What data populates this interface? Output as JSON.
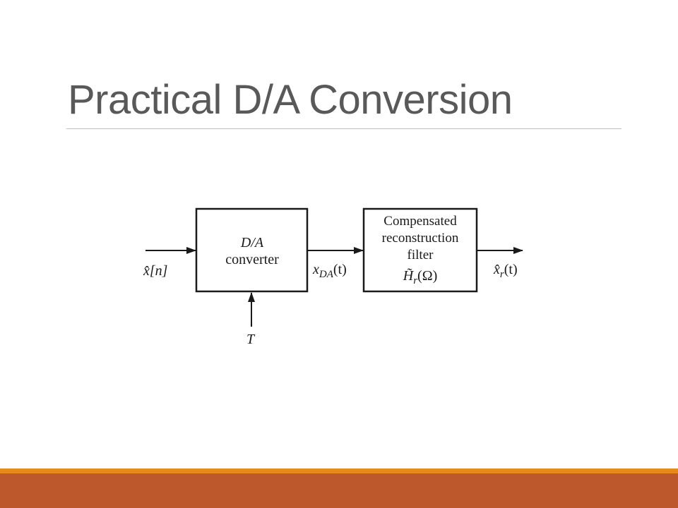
{
  "slide": {
    "title": "Practical D/A Conversion"
  },
  "diagram": {
    "input_label": "x̂[n]",
    "dac_block": {
      "line1": "D/A",
      "line2": "converter"
    },
    "clock_label": "T",
    "dac_output_label_base": "x",
    "dac_output_label_sub": "DA",
    "dac_output_label_arg": "(t)",
    "filter_block": {
      "line1": "Compensated",
      "line2": "reconstruction",
      "line3": "filter",
      "line4_base": "H̃",
      "line4_sub": "r",
      "line4_arg": "(Ω)"
    },
    "output_label_base": "x̂",
    "output_label_sub": "r",
    "output_label_arg": "(t)"
  },
  "theme": {
    "title_color": "#595959",
    "footer_accent": "#e8891c",
    "footer_band": "#bc582b"
  }
}
